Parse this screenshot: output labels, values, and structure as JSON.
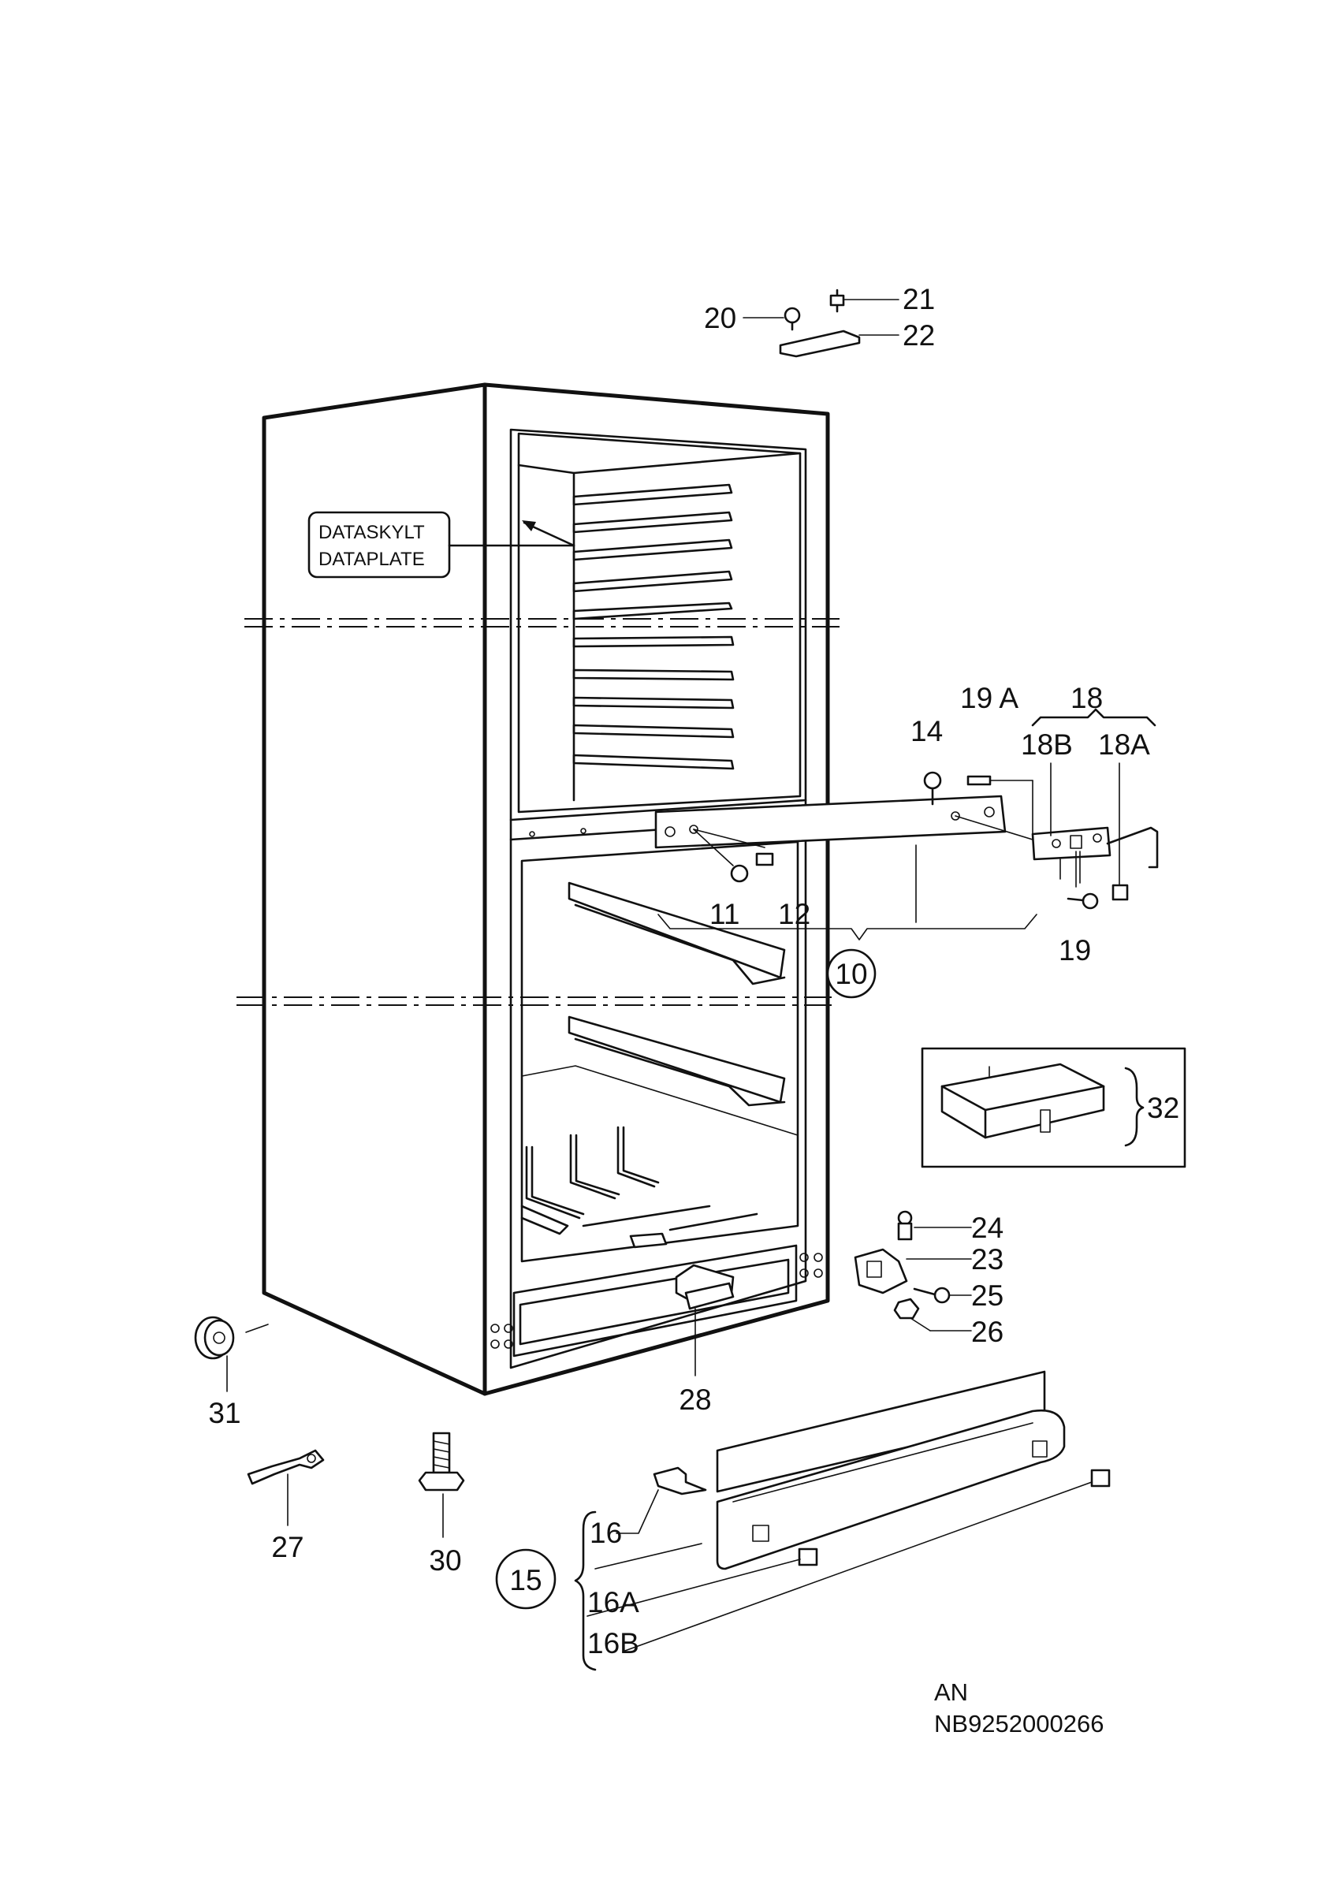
{
  "plate_label": {
    "line1": "DATASKYLT",
    "line2": "DATAPLATE"
  },
  "part_labels": {
    "p10": "10",
    "p11": "11",
    "p12": "12",
    "p14": "14",
    "p15": "15",
    "p16": "16",
    "p16a": "16A",
    "p16b": "16B",
    "p18": "18",
    "p18a": "18A",
    "p18b": "18B",
    "p19": "19",
    "p19a": "19 A",
    "p20": "20",
    "p21": "21",
    "p22": "22",
    "p23": "23",
    "p24": "24",
    "p25": "25",
    "p26": "26",
    "p27": "27",
    "p28": "28",
    "p30": "30",
    "p31": "31",
    "p32": "32"
  },
  "footer": {
    "language": "AN",
    "code": "NB9252000266"
  }
}
